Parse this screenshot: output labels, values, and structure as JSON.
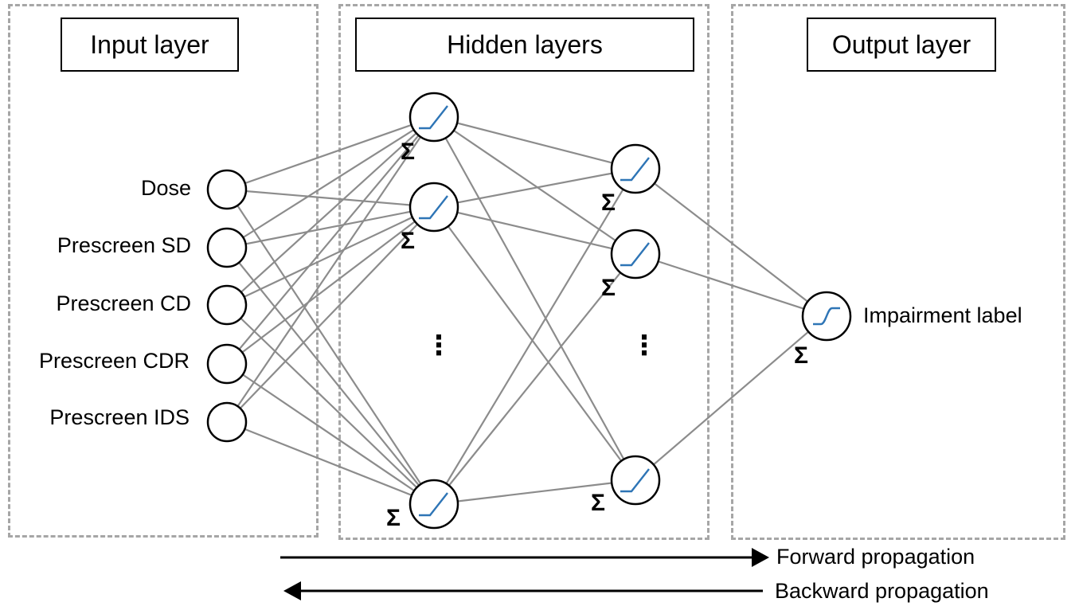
{
  "sections": {
    "input": {
      "title": "Input layer"
    },
    "hidden": {
      "title": "Hidden layers"
    },
    "output": {
      "title": "Output layer"
    }
  },
  "inputs": [
    "Dose",
    "Prescreen SD",
    "Prescreen CD",
    "Prescreen CDR",
    "Prescreen IDS"
  ],
  "output_label": "Impairment label",
  "sum_symbol": "Σ",
  "ellipsis": "⋮",
  "hidden_activation_icon": "relu-curve-icon",
  "output_activation_icon": "sigmoid-curve-icon",
  "arrows": {
    "forward": "Forward propagation",
    "backward": "Backward propagation"
  },
  "colors": {
    "edge": "#8c8c8c",
    "activation": "#2e75b6",
    "dashed_border": "#a6a6a6"
  }
}
